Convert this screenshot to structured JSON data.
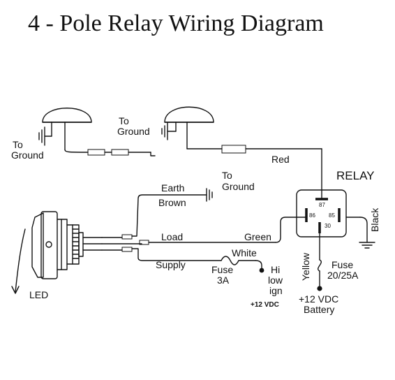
{
  "title": "4 - Pole Relay Wiring Diagram",
  "labels": {
    "lamp_left_ground": [
      "To",
      "Ground"
    ],
    "lamp_right_ground": [
      "To",
      "Ground"
    ],
    "switch_ground": [
      "To",
      "Ground"
    ],
    "red": "Red",
    "relay": "RELAY",
    "earth": "Earth",
    "brown": "Brown",
    "load": "Load",
    "green": "Green",
    "white": "White",
    "supply": "Supply",
    "fuse_small": [
      "Fuse",
      "3A"
    ],
    "ignition": [
      "Hi",
      "low",
      "ign"
    ],
    "ignition_voltage": "+12 VDC",
    "yellow": "Yellow",
    "black": "Black",
    "fuse_large": [
      "Fuse",
      "20/25A"
    ],
    "battery": [
      "+12 VDC",
      "Battery"
    ],
    "led": "LED",
    "pins": {
      "p87": "87",
      "p86": "86",
      "p85": "85",
      "p30": "30"
    }
  }
}
